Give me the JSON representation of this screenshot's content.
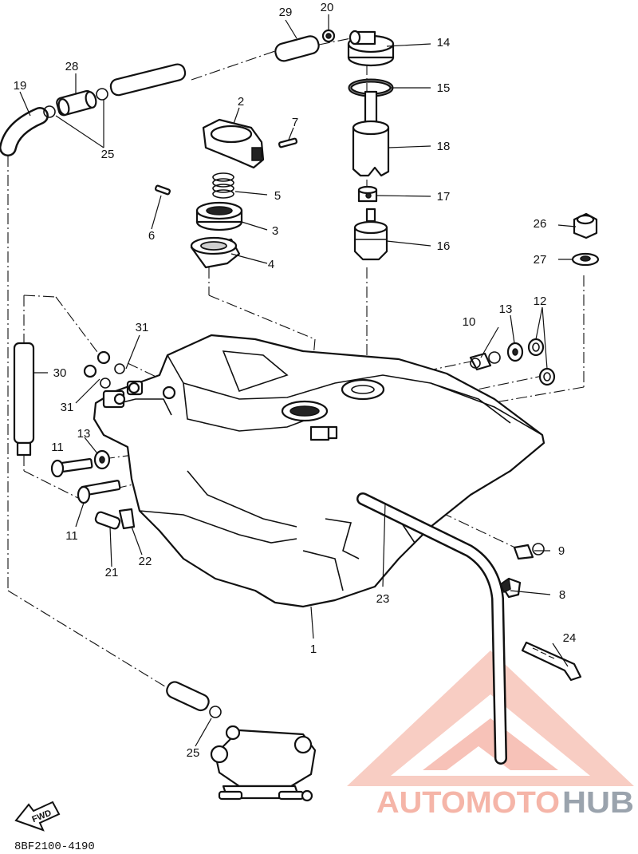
{
  "diagram": {
    "drawing_code": "8BF2100-4190",
    "direction_marker": "FWD",
    "watermark": {
      "part1": "AUTOMOTO",
      "part2": "HUB",
      "accent_color": "#f5b5a8",
      "secondary_color": "#9aa3ad"
    },
    "callouts": [
      "1",
      "2",
      "3",
      "4",
      "5",
      "6",
      "7",
      "8",
      "9",
      "10",
      "11",
      "11",
      "12",
      "13",
      "13",
      "14",
      "15",
      "16",
      "17",
      "18",
      "19",
      "20",
      "21",
      "22",
      "23",
      "24",
      "25",
      "25",
      "26",
      "27",
      "28",
      "29",
      "30",
      "31",
      "31"
    ]
  }
}
